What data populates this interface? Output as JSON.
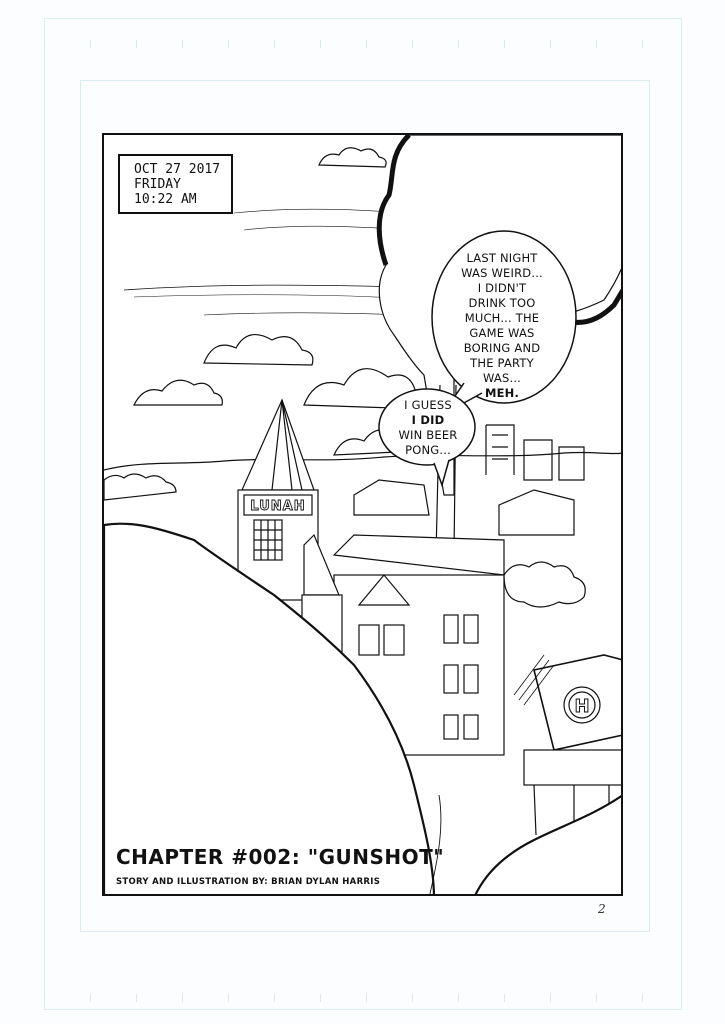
{
  "caption": {
    "date": "OCT 27 2017",
    "day": "FRIDAY",
    "time": "10:22 AM"
  },
  "bubbles": [
    {
      "lines": [
        "LAST NIGHT",
        "WAS WEIRD...",
        "I DIDN'T",
        "DRINK TOO",
        "MUCH... THE",
        "GAME WAS",
        "BORING AND",
        "THE PARTY",
        "WAS..."
      ],
      "emphasis": "MEH."
    },
    {
      "line1": "I GUESS",
      "emphasis_word": "I DID",
      "line3": "WIN BEER",
      "line4": "PONG..."
    }
  ],
  "building_sign": "LUNAH",
  "helipad_letter": "H",
  "chapter_title": "CHAPTER #002: \"GUNSHOT\"",
  "credits": "STORY AND ILLUSTRATION BY: BRIAN DYLAN HARRIS",
  "page_number": "2",
  "colors": {
    "ink": "#111111",
    "paper": "#ffffff",
    "guide": "#d9eef3"
  }
}
